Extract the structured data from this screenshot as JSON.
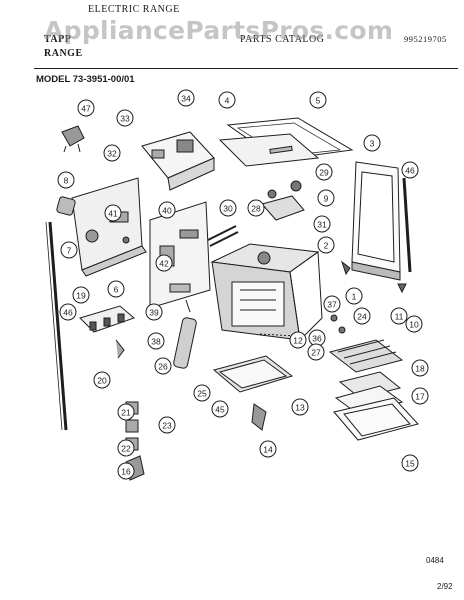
{
  "header": {
    "line1": "ELECTRIC RANGE",
    "tappan": "TAPP",
    "range": "RANGE",
    "catalog": "PARTS CATALOG",
    "part_number": "995219705"
  },
  "watermark": "AppliancePartsPros.com",
  "model": "MODEL 73-3951-00/01",
  "footer": {
    "code": "0484",
    "date": "2/92"
  },
  "callouts": [
    "47",
    "34",
    "4",
    "5",
    "33",
    "32",
    "3",
    "29",
    "46",
    "8",
    "40",
    "9",
    "30",
    "28",
    "31",
    "41",
    "7",
    "42",
    "2",
    "6",
    "1",
    "19",
    "39",
    "46",
    "37",
    "24",
    "11",
    "10",
    "38",
    "12",
    "36",
    "26",
    "27",
    "18",
    "20",
    "25",
    "45",
    "13",
    "17",
    "21",
    "23",
    "22",
    "14",
    "15",
    "16"
  ],
  "colors": {
    "line": "#1e1e1e",
    "shade": "#cfcfcf",
    "watermark": "#969696"
  }
}
